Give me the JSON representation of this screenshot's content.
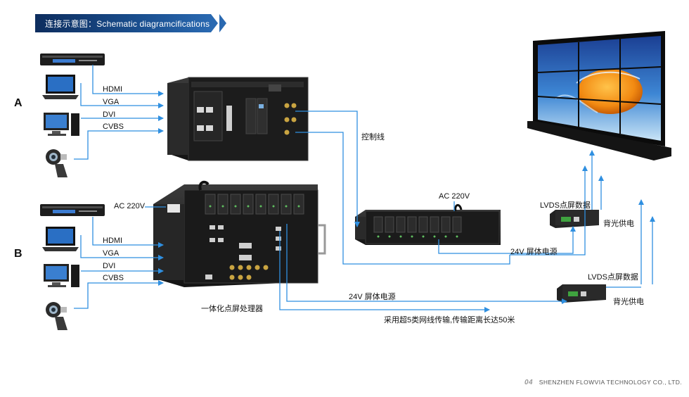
{
  "header": {
    "title": "连接示意图：Schematic diagramcifications"
  },
  "rows": {
    "a": "A",
    "b": "B"
  },
  "signals_a": [
    "HDMI",
    "VGA",
    "DVI",
    "CVBS"
  ],
  "signals_b": [
    "HDMI",
    "VGA",
    "DVI",
    "CVBS"
  ],
  "ac_label_b": "AC 220V",
  "ac_label_rack": "AC 220V",
  "control_line": "控制线",
  "lvds_1": "LVDS点屏数据",
  "backlight_1": "背光供电",
  "lvds_2": "LVDS点屏数据",
  "backlight_2": "背光供电",
  "power_24v_1": "24V 屏体电源",
  "power_24v_2": "24V 屏体电源",
  "network_note": "采用超5类网线传输,传输距离长达50米",
  "processor_label": "一体化点屏处理器",
  "footer": {
    "page": "04",
    "company": "SHENZHEN FLOWVIA TECHNOLOGY CO., LTD."
  },
  "colors": {
    "arrow": "#2f8fe0",
    "banner": "#0d2d5e",
    "device": "#1f1f1f"
  }
}
